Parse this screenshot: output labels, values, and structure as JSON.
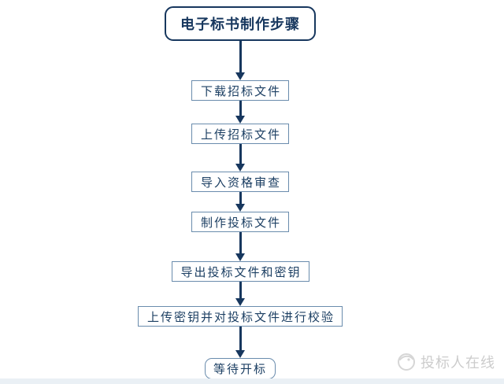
{
  "flow": {
    "start": "电子标书制作步骤",
    "steps": [
      "下载招标文件",
      "上传招标文件",
      "导入资格审查",
      "制作投标文件",
      "导出投标文件和密钥",
      "上传密钥并对投标文件进行校验"
    ],
    "end": "等待开标"
  },
  "watermark": {
    "logo_icon": "circle-logo-icon",
    "text": "投标人在线"
  },
  "colors": {
    "start_border": "#17375e",
    "start_text": "#17375e",
    "process_border": "#6a8cad",
    "process_text": "#1c3f63",
    "arrow": "#17375e",
    "watermark": "#cccccc",
    "bottom_strip": "#eaf0f5",
    "background": "#ffffff"
  }
}
